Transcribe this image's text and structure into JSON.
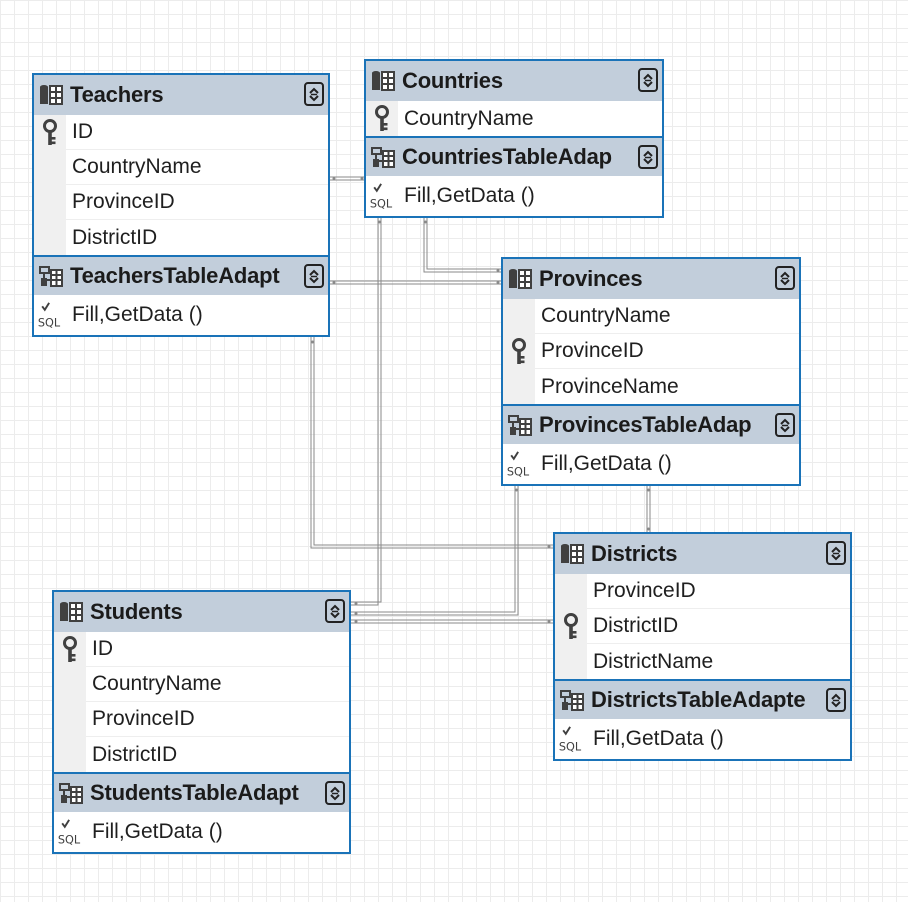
{
  "diagram": {
    "tables": [
      {
        "id": "teachers",
        "name": "Teachers",
        "icon": "table-icon",
        "columns": [
          {
            "name": "ID",
            "key": true
          },
          {
            "name": "CountryName",
            "key": false
          },
          {
            "name": "ProvinceID",
            "key": false
          },
          {
            "name": "DistrictID",
            "key": false
          }
        ],
        "adapter": {
          "name": "TeachersTableAdapt",
          "icon": "table-adapter-icon"
        },
        "methods": [
          {
            "name": "Fill,GetData ()",
            "icon": "sql-icon"
          }
        ]
      },
      {
        "id": "countries",
        "name": "Countries",
        "icon": "table-icon",
        "columns": [
          {
            "name": "CountryName",
            "key": true
          }
        ],
        "adapter": {
          "name": "CountriesTableAdap",
          "icon": "table-adapter-icon"
        },
        "methods": [
          {
            "name": "Fill,GetData ()",
            "icon": "sql-icon"
          }
        ]
      },
      {
        "id": "provinces",
        "name": "Provinces",
        "icon": "table-icon",
        "columns": [
          {
            "name": "CountryName",
            "key": false
          },
          {
            "name": "ProvinceID",
            "key": true
          },
          {
            "name": "ProvinceName",
            "key": false
          }
        ],
        "adapter": {
          "name": "ProvincesTableAdap",
          "icon": "table-adapter-icon"
        },
        "methods": [
          {
            "name": "Fill,GetData ()",
            "icon": "sql-icon"
          }
        ]
      },
      {
        "id": "districts",
        "name": "Districts",
        "icon": "table-icon",
        "columns": [
          {
            "name": "ProvinceID",
            "key": false
          },
          {
            "name": "DistrictID",
            "key": true
          },
          {
            "name": "DistrictName",
            "key": false
          }
        ],
        "adapter": {
          "name": "DistrictsTableAdapte",
          "icon": "table-adapter-icon"
        },
        "methods": [
          {
            "name": "Fill,GetData ()",
            "icon": "sql-icon"
          }
        ]
      },
      {
        "id": "students",
        "name": "Students",
        "icon": "table-icon",
        "columns": [
          {
            "name": "ID",
            "key": true
          },
          {
            "name": "CountryName",
            "key": false
          },
          {
            "name": "ProvinceID",
            "key": false
          },
          {
            "name": "DistrictID",
            "key": false
          }
        ],
        "adapter": {
          "name": "StudentsTableAdapt",
          "icon": "table-adapter-icon"
        },
        "methods": [
          {
            "name": "Fill,GetData ()",
            "icon": "sql-icon"
          }
        ]
      }
    ]
  },
  "colors": {
    "border": "#1a73b8",
    "header_bg": "#c2cedb",
    "gutter_bg": "#f0f0f0",
    "relation_line": "#8a8a8a",
    "grid": "#ececec"
  }
}
